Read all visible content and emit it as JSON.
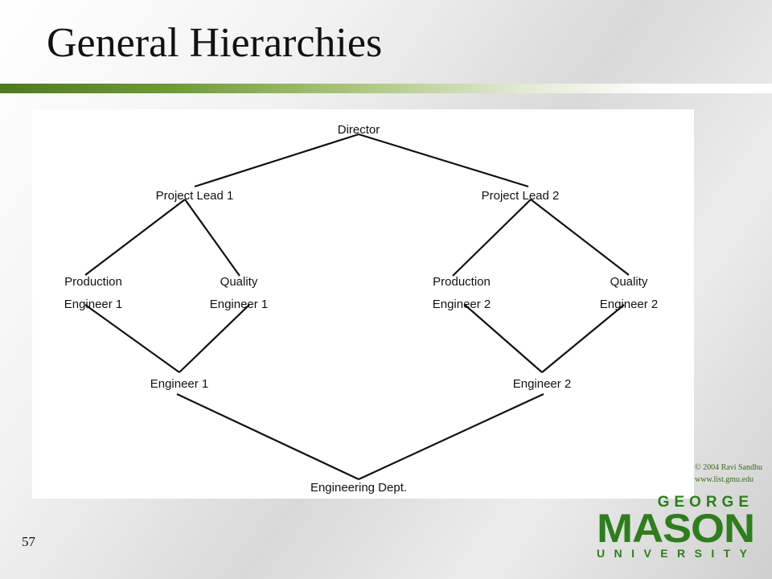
{
  "slide": {
    "title": "General Hierarchies",
    "page_number": "57"
  },
  "diagram": {
    "nodes": [
      {
        "id": "director",
        "lines": [
          "Director"
        ]
      },
      {
        "id": "pl1",
        "lines": [
          "Project Lead 1"
        ]
      },
      {
        "id": "pl2",
        "lines": [
          "Project Lead 2"
        ]
      },
      {
        "id": "pe1",
        "lines": [
          "Production",
          "Engineer 1"
        ]
      },
      {
        "id": "qe1",
        "lines": [
          "Quality",
          "Engineer 1"
        ]
      },
      {
        "id": "pe2",
        "lines": [
          "Production",
          "Engineer 2"
        ]
      },
      {
        "id": "qe2",
        "lines": [
          "Quality",
          "Engineer 2"
        ]
      },
      {
        "id": "e1",
        "lines": [
          "Engineer 1"
        ]
      },
      {
        "id": "e2",
        "lines": [
          "Engineer 2"
        ]
      },
      {
        "id": "dept",
        "lines": [
          "Engineering Dept."
        ]
      }
    ],
    "edges": [
      [
        "director",
        "pl1"
      ],
      [
        "director",
        "pl2"
      ],
      [
        "pl1",
        "pe1"
      ],
      [
        "pl1",
        "qe1"
      ],
      [
        "pl2",
        "pe2"
      ],
      [
        "pl2",
        "qe2"
      ],
      [
        "pe1",
        "e1"
      ],
      [
        "qe1",
        "e1"
      ],
      [
        "pe2",
        "e2"
      ],
      [
        "qe2",
        "e2"
      ],
      [
        "e1",
        "dept"
      ],
      [
        "e2",
        "dept"
      ]
    ]
  },
  "footer": {
    "copyright_line1": "© 2004 Ravi Sandhu",
    "copyright_line2": "www.list.gmu.edu"
  },
  "logo": {
    "top_word": "GEORGE",
    "main_word": "MASON",
    "bottom_word": "UNIVERSITY",
    "color": "#2f7d1e"
  }
}
